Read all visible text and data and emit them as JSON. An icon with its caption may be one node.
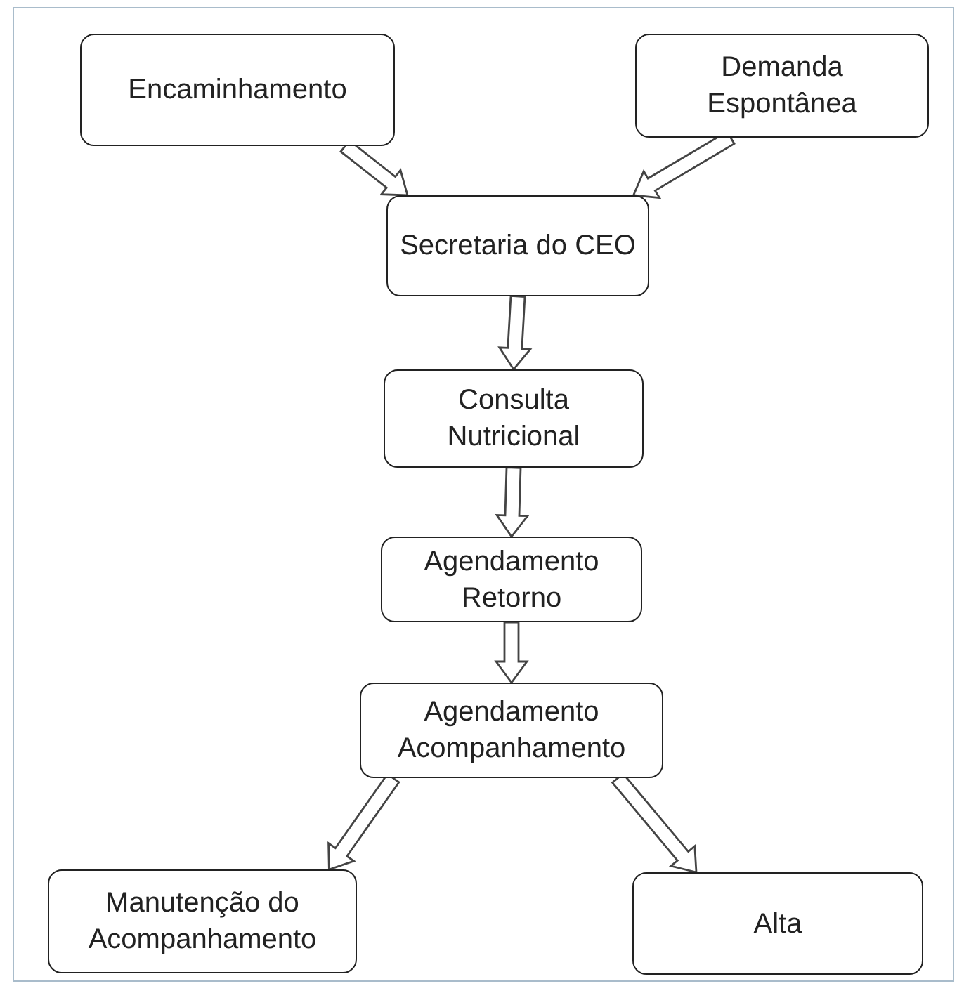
{
  "diagram": {
    "nodes": [
      {
        "text": [
          "Encaminhamento"
        ]
      },
      {
        "text": [
          "Demanda Espontânea"
        ]
      },
      {
        "text": [
          "Secretaria do CEO"
        ]
      },
      {
        "text": [
          "Consulta Nutricional"
        ]
      },
      {
        "text": [
          "Agendamento Retorno"
        ]
      },
      {
        "text": [
          "Agendamento Acompanhamento"
        ]
      },
      {
        "text": [
          "Manutenção do Acompanhamento"
        ]
      },
      {
        "text": [
          "Alta"
        ]
      }
    ],
    "edges": [
      {
        "from": 0,
        "to": 2,
        "arrow": "to"
      },
      {
        "from": 1,
        "to": 2,
        "arrow": "to"
      },
      {
        "from": 2,
        "to": 3,
        "arrow": "to"
      },
      {
        "from": 3,
        "to": 4,
        "arrow": "to"
      },
      {
        "from": 4,
        "to": 5,
        "arrow": "to"
      },
      {
        "from": 5,
        "to": 6,
        "arrow": "to"
      },
      {
        "from": 5,
        "to": 7,
        "arrow": "to"
      }
    ]
  }
}
